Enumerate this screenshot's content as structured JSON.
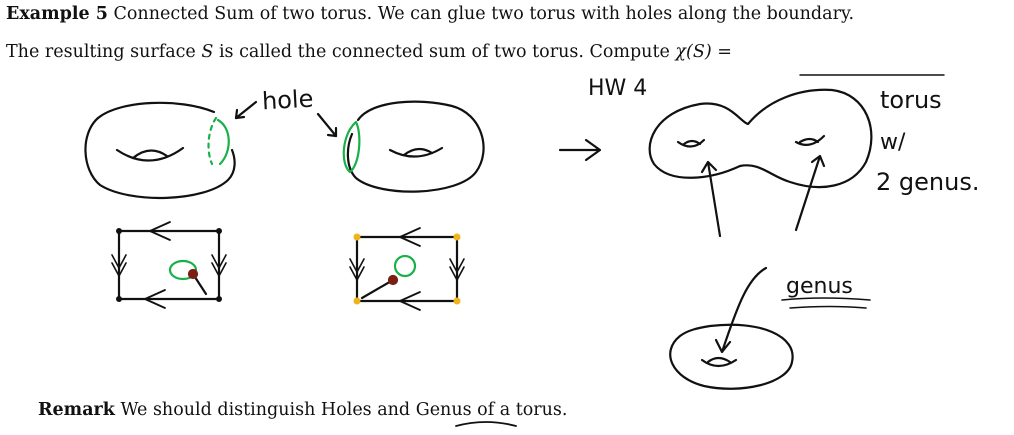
{
  "example": {
    "label": "Example 5",
    "line1_text": "Connected Sum of two torus. We can glue two torus with holes along the boundary.",
    "line2_prefix": "The resulting surface",
    "line2_symbol": "S",
    "line2_middle": "is called the connected sum of two torus. Compute",
    "line2_formula": "χ(S) ="
  },
  "annotations": {
    "hole": "hole",
    "answer": "HW 4",
    "torus": "torus",
    "with": "w/",
    "genus_count": "2 genus.",
    "genus": "genus"
  },
  "remark": {
    "label": "Remark",
    "text_before": "We should distinguish Holes and",
    "underlined": "Genus",
    "text_after": "of a torus."
  },
  "colors": {
    "ink": "#111111",
    "green": "#19b04a",
    "yellow": "#f2b21a",
    "brown": "#7a1f12"
  }
}
